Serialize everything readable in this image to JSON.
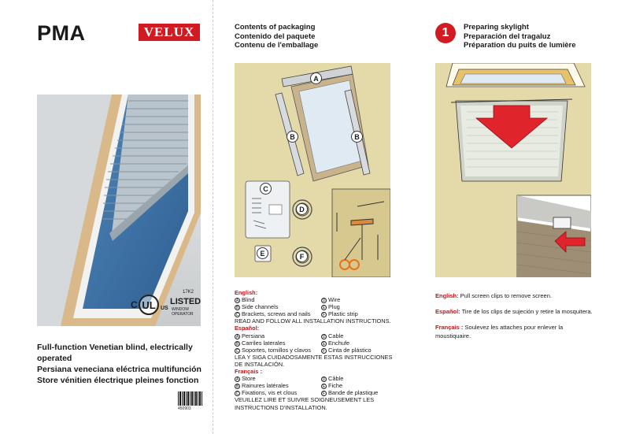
{
  "panel1": {
    "title": "PMA",
    "logo": "VELUX",
    "certification": {
      "mark": "UL",
      "prefix": "C",
      "suffix": "US",
      "number": "17K2",
      "listed": "LISTED",
      "sub": "WINDOW OPERATOR"
    },
    "subtitles": [
      "Full-function Venetian blind, electrically operated",
      "Persiana veneciana eléctrica multifunción",
      "Store vénitien électrique pleines fonction"
    ],
    "barcode_number": "450903"
  },
  "panel2": {
    "heading": [
      "Contents of packaging",
      "Contenido del paquete",
      "Contenu de l'emballage"
    ],
    "part_letters": [
      "A",
      "B",
      "B",
      "C",
      "D",
      "E",
      "F"
    ],
    "english": {
      "label": "English:",
      "items": [
        {
          "letter": "A",
          "text": "Blind"
        },
        {
          "letter": "D",
          "text": "Wire"
        },
        {
          "letter": "B",
          "text": "Side channels"
        },
        {
          "letter": "E",
          "text": "Plug"
        },
        {
          "letter": "C",
          "text": "Brackets, screws and nails"
        },
        {
          "letter": "F",
          "text": "Plastic strip"
        }
      ],
      "note": "READ AND FOLLOW ALL INSTALLATION INSTRUCTIONS."
    },
    "spanish": {
      "label": "Español:",
      "items": [
        {
          "letter": "A",
          "text": "Persiana"
        },
        {
          "letter": "D",
          "text": "Cable"
        },
        {
          "letter": "B",
          "text": "Carriles laterales"
        },
        {
          "letter": "E",
          "text": "Enchufe"
        },
        {
          "letter": "C",
          "text": "Soportes, tornillos y clavos"
        },
        {
          "letter": "F",
          "text": "Cinta de plástico"
        }
      ],
      "note": "LEA Y SIGA CUIDADOSAMENTE ESTAS INSTRUCCIONES DE INSTALACIÓN."
    },
    "french": {
      "label": "Français :",
      "items": [
        {
          "letter": "A",
          "text": "Store"
        },
        {
          "letter": "D",
          "text": "Câble"
        },
        {
          "letter": "B",
          "text": "Rainures latérales"
        },
        {
          "letter": "E",
          "text": "Fiche"
        },
        {
          "letter": "C",
          "text": "Fixations, vis et clous"
        },
        {
          "letter": "F",
          "text": "Bande de plastique"
        }
      ],
      "note": "VEUILLEZ LIRE ET SUIVRE SOIGNEUSEMENT LES INSTRUCTIONS D'INSTALLATION."
    }
  },
  "panel3": {
    "step": "1",
    "heading": [
      "Preparing skylight",
      "Preparación del tragaluz",
      "Préparation du puits de lumière"
    ],
    "instructions": [
      {
        "label": "English:",
        "text": " Pull screen clips to remove screen."
      },
      {
        "label": "Español:",
        "text": " Tire de los clips de sujeción y retire la mosquitera."
      },
      {
        "label": "Français :",
        "text": " Soulevez les attaches pour enlever la moustiquaire."
      }
    ]
  },
  "colors": {
    "brand_red": "#d21a23",
    "illustration_bg": "#e4d9a8",
    "text": "#1a1a1a"
  }
}
